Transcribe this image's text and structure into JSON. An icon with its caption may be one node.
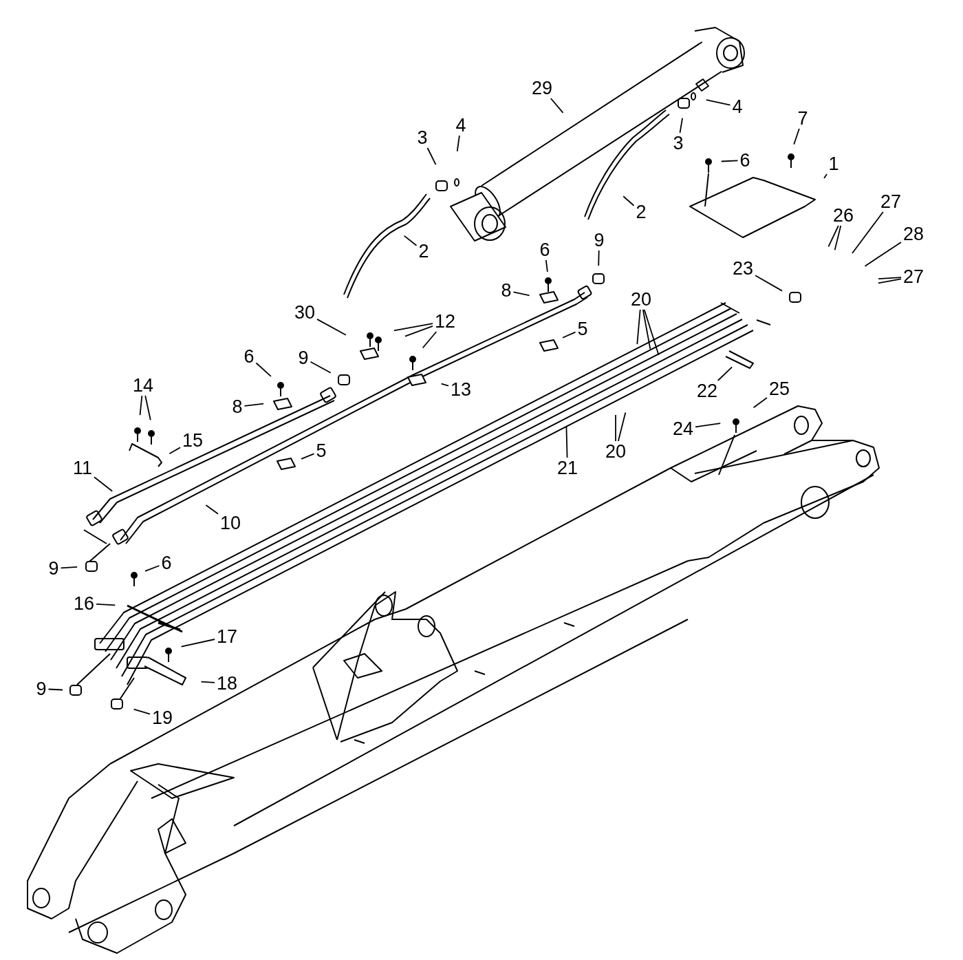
{
  "diagram": {
    "nodes": [
      {
        "text": [
          "29"
        ]
      },
      {
        "text": [
          "4"
        ]
      },
      {
        "text": [
          "4"
        ]
      },
      {
        "text": [
          "3"
        ]
      },
      {
        "text": [
          "7"
        ]
      },
      {
        "text": [
          "3"
        ]
      },
      {
        "text": [
          "6"
        ]
      },
      {
        "text": [
          "1"
        ]
      },
      {
        "text": [
          "2"
        ]
      },
      {
        "text": [
          "26"
        ]
      },
      {
        "text": [
          "27"
        ]
      },
      {
        "text": [
          "28"
        ]
      },
      {
        "text": [
          "2"
        ]
      },
      {
        "text": [
          "9"
        ]
      },
      {
        "text": [
          "6"
        ]
      },
      {
        "text": [
          "23"
        ]
      },
      {
        "text": [
          "27"
        ]
      },
      {
        "text": [
          "8"
        ]
      },
      {
        "text": [
          "20"
        ]
      },
      {
        "text": [
          "30"
        ]
      },
      {
        "text": [
          "12"
        ]
      },
      {
        "text": [
          "5"
        ]
      },
      {
        "text": [
          "6"
        ]
      },
      {
        "text": [
          "9"
        ]
      },
      {
        "text": [
          "13"
        ]
      },
      {
        "text": [
          "22"
        ]
      },
      {
        "text": [
          "14"
        ]
      },
      {
        "text": [
          "25"
        ]
      },
      {
        "text": [
          "8"
        ]
      },
      {
        "text": [
          "24"
        ]
      },
      {
        "text": [
          "15"
        ]
      },
      {
        "text": [
          "5"
        ]
      },
      {
        "text": [
          "20"
        ]
      },
      {
        "text": [
          "21"
        ]
      },
      {
        "text": [
          "11"
        ]
      },
      {
        "text": [
          "10"
        ]
      },
      {
        "text": [
          "9"
        ]
      },
      {
        "text": [
          "6"
        ]
      },
      {
        "text": [
          "16"
        ]
      },
      {
        "text": [
          "17"
        ]
      },
      {
        "text": [
          "18"
        ]
      },
      {
        "text": [
          "9"
        ]
      },
      {
        "text": [
          "19"
        ]
      }
    ],
    "edges": [
      {
        "from": 0,
        "to": null,
        "arrow": "none"
      },
      {
        "from": 1,
        "to": null,
        "arrow": "none"
      },
      {
        "from": 2,
        "to": null,
        "arrow": "none"
      },
      {
        "from": 3,
        "to": null,
        "arrow": "none"
      },
      {
        "from": 4,
        "to": null,
        "arrow": "none"
      },
      {
        "from": 5,
        "to": null,
        "arrow": "none"
      },
      {
        "from": 6,
        "to": null,
        "arrow": "none"
      },
      {
        "from": 7,
        "to": null,
        "arrow": "none"
      },
      {
        "from": 8,
        "to": null,
        "arrow": "none"
      },
      {
        "from": 9,
        "to": null,
        "arrow": "none"
      },
      {
        "from": 9,
        "to": null,
        "arrow": "none"
      },
      {
        "from": 10,
        "to": null,
        "arrow": "none"
      },
      {
        "from": 11,
        "to": null,
        "arrow": "none"
      },
      {
        "from": 12,
        "to": null,
        "arrow": "none"
      },
      {
        "from": 13,
        "to": null,
        "arrow": "none"
      },
      {
        "from": 14,
        "to": null,
        "arrow": "none"
      },
      {
        "from": 15,
        "to": null,
        "arrow": "none"
      },
      {
        "from": 16,
        "to": null,
        "arrow": "none"
      },
      {
        "from": 16,
        "to": null,
        "arrow": "none"
      },
      {
        "from": 17,
        "to": null,
        "arrow": "none"
      },
      {
        "from": 18,
        "to": null,
        "arrow": "none"
      },
      {
        "from": 18,
        "to": null,
        "arrow": "none"
      },
      {
        "from": 18,
        "to": null,
        "arrow": "none"
      },
      {
        "from": 19,
        "to": null,
        "arrow": "none"
      },
      {
        "from": 20,
        "to": null,
        "arrow": "none"
      },
      {
        "from": 20,
        "to": null,
        "arrow": "none"
      },
      {
        "from": 20,
        "to": null,
        "arrow": "none"
      },
      {
        "from": 21,
        "to": null,
        "arrow": "none"
      },
      {
        "from": 22,
        "to": null,
        "arrow": "none"
      },
      {
        "from": 23,
        "to": null,
        "arrow": "none"
      },
      {
        "from": 24,
        "to": null,
        "arrow": "none"
      },
      {
        "from": 25,
        "to": null,
        "arrow": "none"
      },
      {
        "from": 26,
        "to": null,
        "arrow": "none"
      },
      {
        "from": 26,
        "to": null,
        "arrow": "none"
      },
      {
        "from": 27,
        "to": null,
        "arrow": "none"
      },
      {
        "from": 28,
        "to": null,
        "arrow": "none"
      },
      {
        "from": 29,
        "to": null,
        "arrow": "none"
      },
      {
        "from": 30,
        "to": null,
        "arrow": "none"
      },
      {
        "from": 31,
        "to": null,
        "arrow": "none"
      },
      {
        "from": 32,
        "to": null,
        "arrow": "none"
      },
      {
        "from": 32,
        "to": null,
        "arrow": "none"
      },
      {
        "from": 33,
        "to": null,
        "arrow": "none"
      },
      {
        "from": 34,
        "to": null,
        "arrow": "none"
      },
      {
        "from": 35,
        "to": null,
        "arrow": "none"
      },
      {
        "from": 36,
        "to": null,
        "arrow": "none"
      },
      {
        "from": 37,
        "to": null,
        "arrow": "none"
      },
      {
        "from": 38,
        "to": null,
        "arrow": "none"
      },
      {
        "from": 39,
        "to": null,
        "arrow": "none"
      },
      {
        "from": 40,
        "to": null,
        "arrow": "none"
      },
      {
        "from": 41,
        "to": null,
        "arrow": "none"
      },
      {
        "from": 42,
        "to": null,
        "arrow": "none"
      }
    ]
  }
}
